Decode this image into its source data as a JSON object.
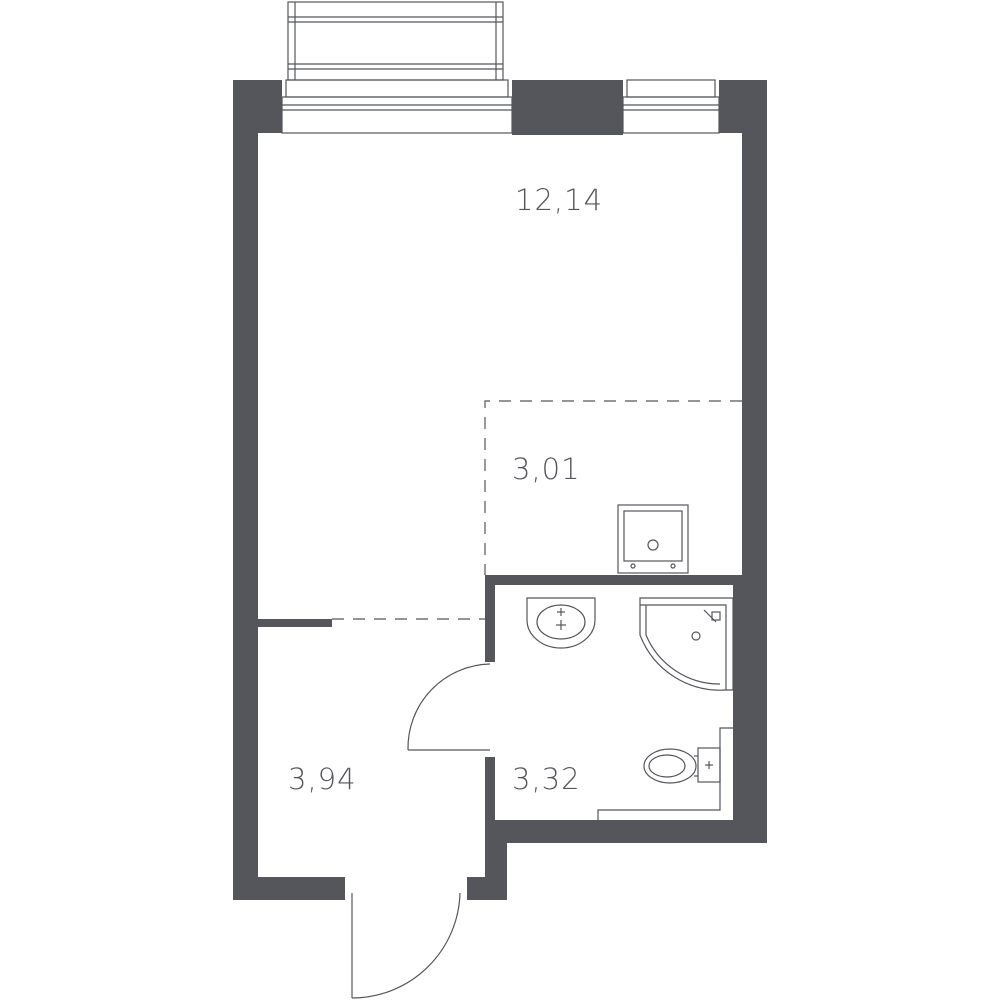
{
  "rooms": [
    {
      "id": "living",
      "area": "12,14"
    },
    {
      "id": "kitchen",
      "area": "3,01"
    },
    {
      "id": "hallway",
      "area": "3,94"
    },
    {
      "id": "bathroom",
      "area": "3,32"
    }
  ],
  "colors": {
    "wall": "#55565b",
    "background": "#ffffff"
  },
  "icons": [
    "balcony",
    "window",
    "door-swing",
    "stove",
    "washbasin",
    "shower",
    "toilet"
  ]
}
